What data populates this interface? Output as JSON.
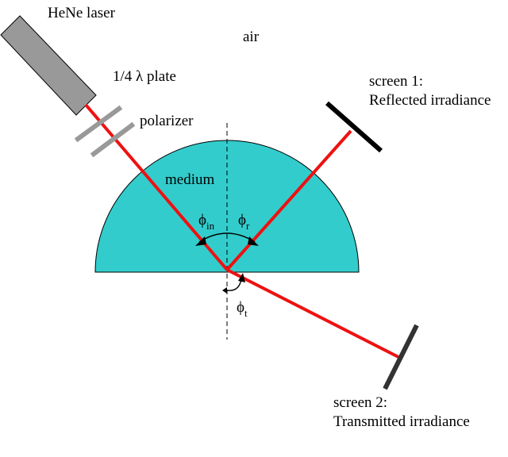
{
  "labels": {
    "laser": "HeNe laser",
    "air": "air",
    "waveplate": "1/4 λ plate",
    "polarizer": "polarizer",
    "medium": "medium",
    "screen1_line1": "screen 1:",
    "screen1_line2": "Reflected irradiance",
    "screen2_line1": "screen 2:",
    "screen2_line2": "Transmitted irradiance"
  },
  "angles": {
    "incident": {
      "symbol": "ϕ",
      "subscript": "in"
    },
    "reflected": {
      "symbol": "ϕ",
      "subscript": "r"
    },
    "transmitted": {
      "symbol": "ϕ",
      "subscript": "t"
    }
  },
  "colors": {
    "beam": "#ee1111",
    "medium": "#33cccc",
    "laser_body": "#999999",
    "plate": "#999999",
    "screen": "#000000",
    "screen2": "#333333",
    "outline": "#000000"
  }
}
